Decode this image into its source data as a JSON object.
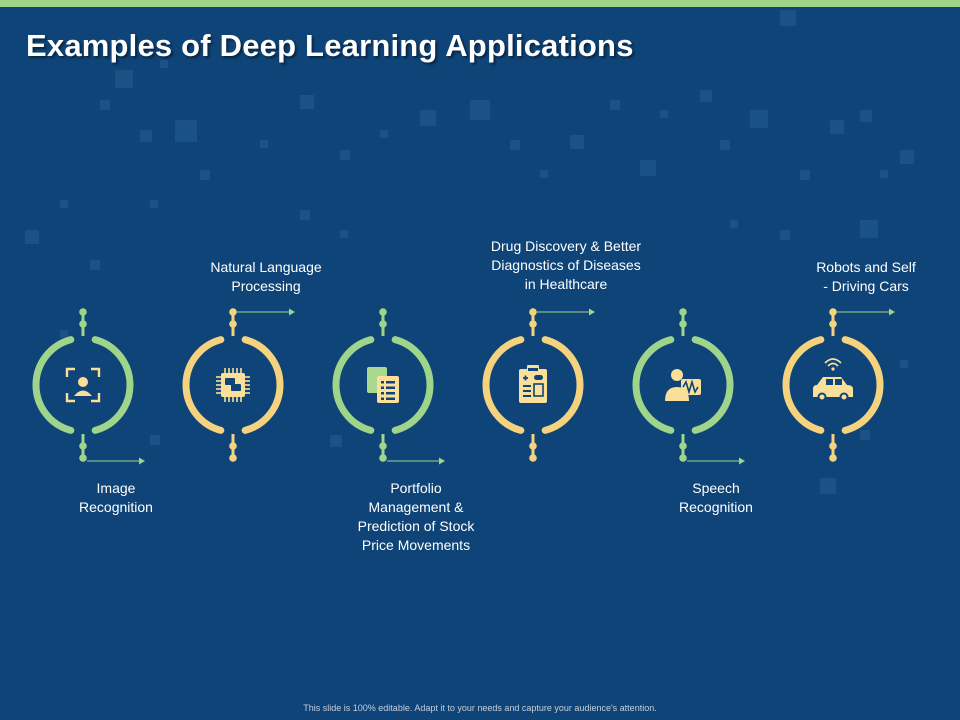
{
  "slide": {
    "title": "Examples of Deep Learning Applications",
    "footer": "This slide is 100% editable. Adapt it to your needs and capture your audience's attention."
  },
  "colors": {
    "background": "#0f4478",
    "accent_green": "#9fd58a",
    "accent_yellow": "#f5d37e",
    "icon_fill": "#fadf98"
  },
  "applications": [
    {
      "label": "Image Recognition",
      "label_lines": [
        "Image",
        "Recognition"
      ],
      "icon": "face-scan-icon",
      "color": "green"
    },
    {
      "label": "Natural Language Processing",
      "label_lines": [
        "Natural Language",
        "Processing"
      ],
      "icon": "chip-chat-icon",
      "color": "yellow"
    },
    {
      "label": "Portfolio Management & Prediction of Stock Price Movements",
      "label_lines": [
        "Portfolio",
        "Management &",
        "Prediction of Stock",
        "Price Movements"
      ],
      "icon": "documents-icon",
      "color": "green"
    },
    {
      "label": "Drug Discovery & Better Diagnostics of Diseases in Healthcare",
      "label_lines": [
        "Drug Discovery & Better",
        "Diagnostics of Diseases",
        "in Healthcare"
      ],
      "icon": "medical-clipboard-icon",
      "color": "yellow"
    },
    {
      "label": "Speech Recognition",
      "label_lines": [
        "Speech",
        "Recognition"
      ],
      "icon": "voice-waveform-icon",
      "color": "green"
    },
    {
      "label": "Robots and Self - Driving Cars",
      "label_lines": [
        "Robots and Self",
        "- Driving Cars"
      ],
      "icon": "self-driving-car-icon",
      "color": "yellow"
    }
  ]
}
